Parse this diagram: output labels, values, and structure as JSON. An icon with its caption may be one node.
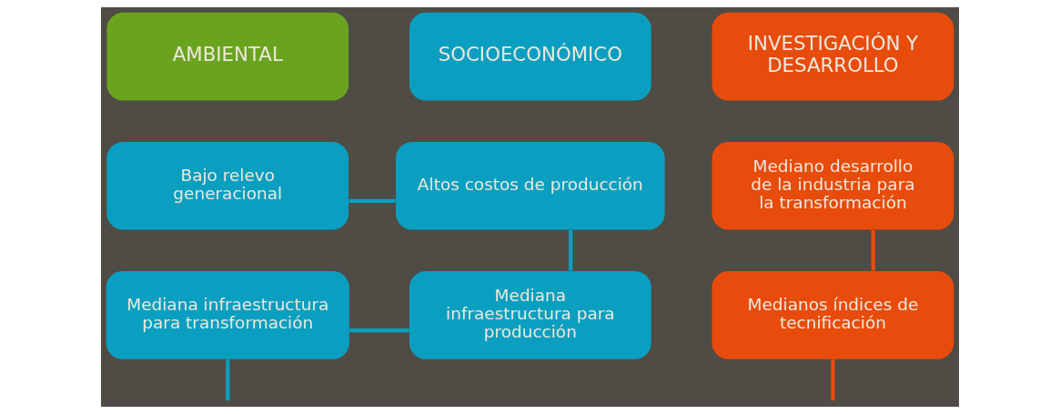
{
  "diagram": {
    "nodes": [
      {
        "text": [
          "AMBIENTAL"
        ]
      },
      {
        "text": [
          "SOCIOECONÓMICO"
        ]
      },
      {
        "text": [
          "INVESTIGACIÓN Y DESARROLLO"
        ]
      },
      {
        "text": [
          "Bajo relevo generacional"
        ]
      },
      {
        "text": [
          "Altos costos de producción"
        ]
      },
      {
        "text": [
          "Mediano desarrollo de la industria para la transformación"
        ]
      },
      {
        "text": [
          "Mediana infraestructura para transformación"
        ]
      },
      {
        "text": [
          "Mediana infraestructura para producción"
        ]
      },
      {
        "text": [
          "Medianos índices de tecnificación"
        ]
      }
    ],
    "edges": [
      {
        "from": 3,
        "to": 4,
        "arrow": "none"
      },
      {
        "from": 4,
        "to": 7,
        "arrow": "none"
      },
      {
        "from": 6,
        "to": 7,
        "arrow": "none"
      },
      {
        "from": 5,
        "to": 8,
        "arrow": "none",
        "color": "#e84c0c"
      },
      {
        "from": 6,
        "to": null,
        "arrow": "none"
      },
      {
        "from": 8,
        "to": null,
        "arrow": "none",
        "color": "#e84c0c"
      }
    ]
  }
}
